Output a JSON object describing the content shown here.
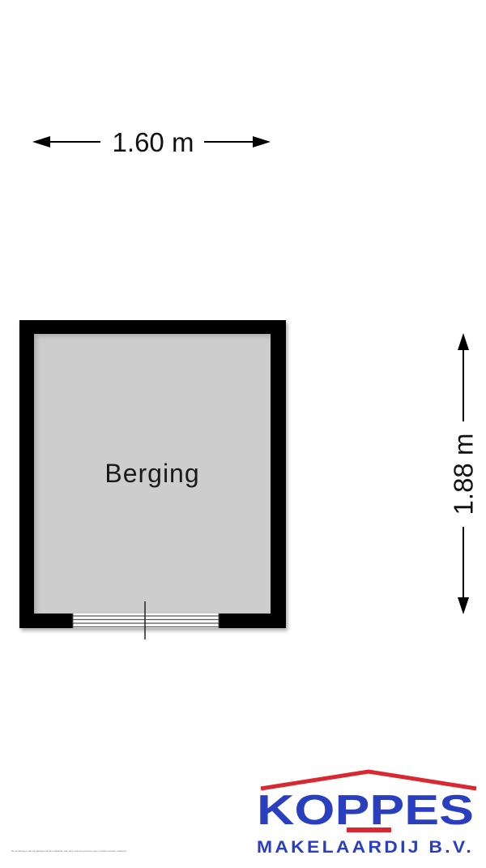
{
  "dimensions": {
    "width_label": "1.60 m",
    "height_label": "1.88 m"
  },
  "room": {
    "name": "Berging"
  },
  "logo": {
    "name": "KOPPES",
    "subtitle": "MAKELAARDIJ B.V."
  },
  "disclaimer": "De afmetingen van de plattegrond zijn indicatief. Aan deze tekening kunnen geen rechten worden ontleend.",
  "colors": {
    "wall": "#000000",
    "floor": "#cdcdcd",
    "logo_blue": "#2a3fbf",
    "logo_red": "#d9282f"
  }
}
